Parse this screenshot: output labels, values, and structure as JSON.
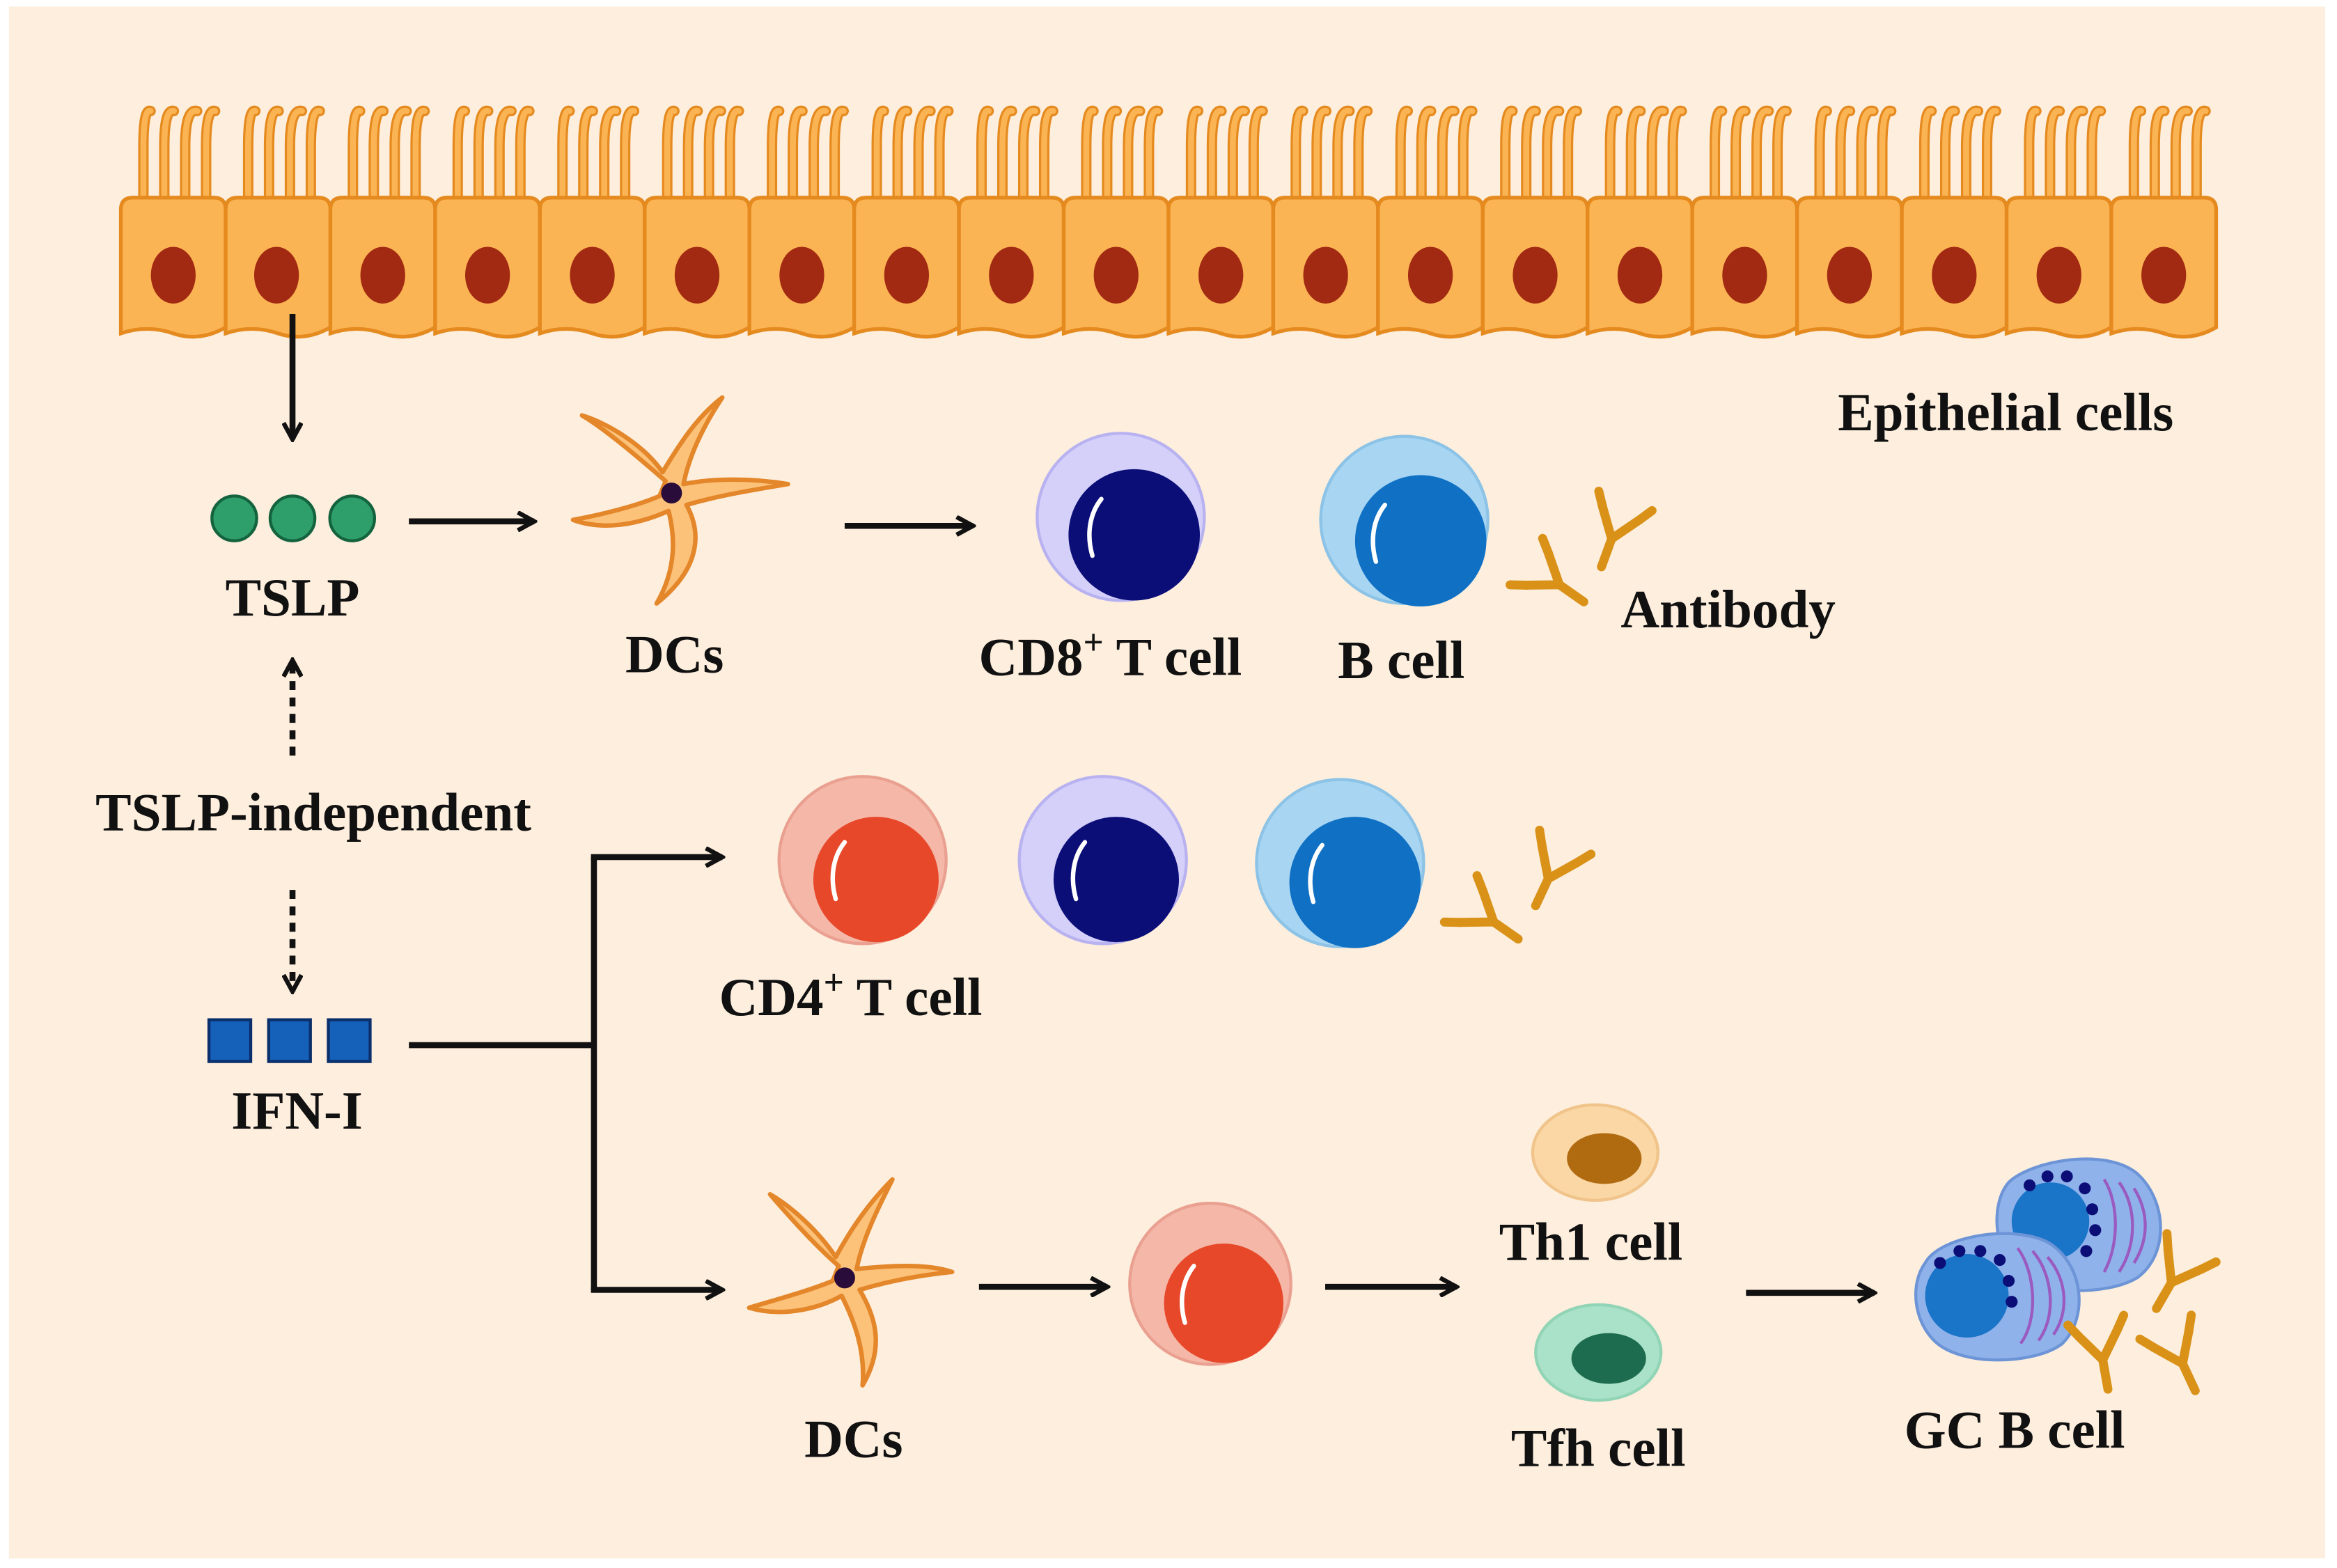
{
  "colors": {
    "background": "#fdeedd",
    "cell_body": "#fbb454",
    "cell_outline": "#e58a1f",
    "nucleus": "#a22a12",
    "tslp": "#2e9e6b",
    "ifn": "#1560b8",
    "dc_body": "#fcc27a",
    "dc_outline": "#e4862a",
    "dc_nucleus": "#2a0c3a",
    "cd8_halo": "#d4d0fa",
    "cd8_core": "#0c0e78",
    "b_halo": "#a8d6f2",
    "b_core": "#1070c4",
    "cd4_halo": "#f4b7a8",
    "cd4_core": "#e8482a",
    "th1_halo": "#fad7a4",
    "th1_core": "#b06a10",
    "tfh_halo": "#a9e2c8",
    "tfh_core": "#1e6c50",
    "gc_outer": "#8fb2ea",
    "gc_core": "#1a74c8",
    "gc_stripes": "#9a5ac0",
    "antibody": "#d99117",
    "arrow": "#111111"
  },
  "labels": {
    "epithelial": "Epithelial cells",
    "tslp": "TSLP",
    "dcs_top": "DCs",
    "cd8_main": "CD8",
    "cd8_sup": "+",
    "cd8_rest": " T cell",
    "b_cell": "B cell",
    "antibody": "Antibody",
    "tslp_independent": "TSLP-independent",
    "cd4_main": "CD4",
    "cd4_sup": "+",
    "cd4_rest": " T cell",
    "ifn": "IFN-I",
    "dcs_bottom": "DCs",
    "th1": "Th1 cell",
    "tfh": "Tfh cell",
    "gc_b": "GC B cell"
  }
}
